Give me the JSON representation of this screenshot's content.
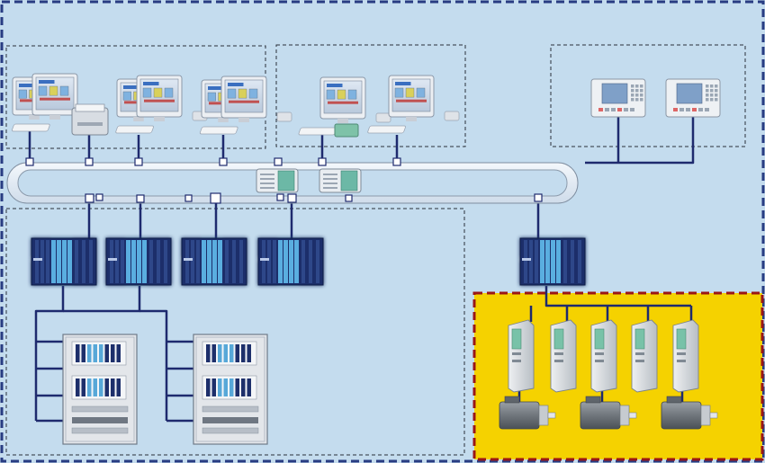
{
  "diagram": {
    "title": "",
    "colors": {
      "background": "#c4dcee",
      "outer_border": "#283c82",
      "bus": "#e6eef6",
      "link": "#1e2a6e",
      "drive_zone_fill": "#f5d200",
      "drive_zone_border": "#9a1616",
      "plc_module": "#1d2f6b",
      "plc_stripe": "#5aaee0"
    },
    "groups": [
      {
        "id": "operator-stations",
        "icon": "monitor-workstation-icon",
        "count": 3
      },
      {
        "id": "engineering-stations",
        "icon": "monitor-workstation-icon",
        "count": 2
      },
      {
        "id": "operator-panels",
        "icon": "operator-panel-icon",
        "count": 2
      },
      {
        "id": "plc-controllers",
        "icon": "plc-rack-icon",
        "count": 4
      },
      {
        "id": "field-cabinets",
        "icon": "control-cabinet-icon",
        "count": 2
      },
      {
        "id": "motion-controller",
        "icon": "plc-rack-icon",
        "count": 1
      },
      {
        "id": "servo-drives",
        "icon": "servo-drive-icon",
        "count": 5
      },
      {
        "id": "servo-motors",
        "icon": "servo-motor-icon",
        "count": 3
      }
    ],
    "network": {
      "type": "ring",
      "icon": "network-ring-icon",
      "switches": 2
    }
  }
}
